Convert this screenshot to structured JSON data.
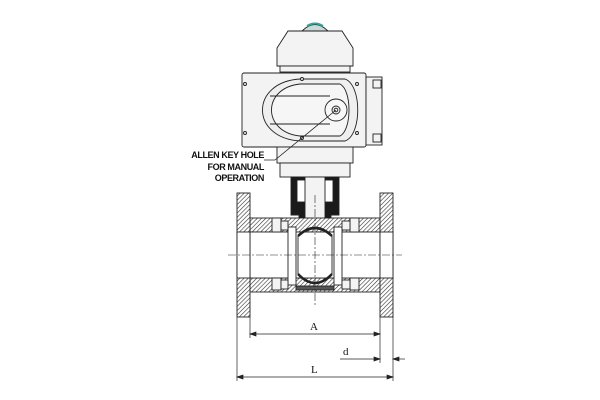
{
  "callout": {
    "line1": "ALLEN KEY HOLE",
    "line2": "FOR MANUAL",
    "line3": "OPERATION"
  },
  "dimensions": {
    "A": "A",
    "d": "d",
    "L": "L"
  },
  "colors": {
    "indicator": "#2aa89a",
    "body": "#f2f2f2",
    "line": "#222222"
  }
}
